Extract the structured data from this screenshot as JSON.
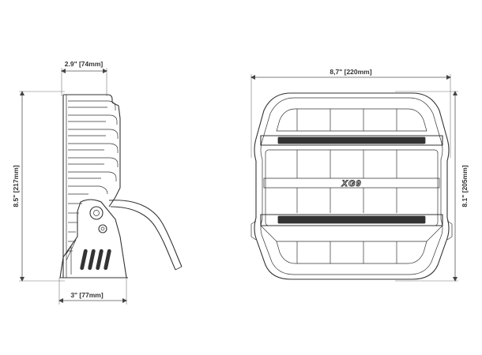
{
  "dimensions": {
    "side_top_width": "2.9\" [74mm]",
    "side_bottom_width": "3\" [77mm]",
    "side_height": "8.5\" [217mm]",
    "front_width": "8,7\" [220mm]",
    "front_height": "8.1\" [205mm]"
  },
  "product": {
    "logo": "XG9"
  },
  "colors": {
    "ink": "#333333",
    "dimension_line": "#555555",
    "background": "#ffffff"
  }
}
